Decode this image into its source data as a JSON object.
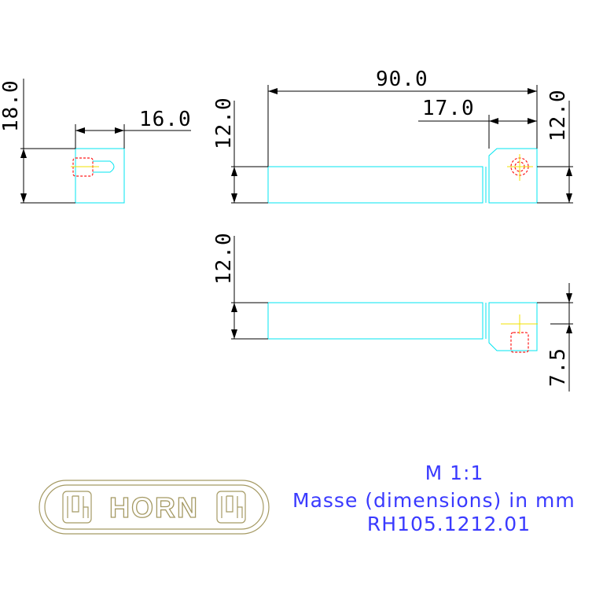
{
  "dimensions": {
    "side_height": "18.0",
    "side_width": "16.0",
    "front_length": "90.0",
    "front_offset": "17.0",
    "front_height_left": "12.0",
    "front_height_right": "12.0",
    "bottom_height": "12.0",
    "bottom_offset": "7.5"
  },
  "title_block": {
    "scale": "M 1:1",
    "units": "Masse (dimensions) in mm",
    "part_number": "RH105.1212.01",
    "text_color": "#3a3aff"
  },
  "logo": {
    "brand": "HORN",
    "color": "#a59a64"
  },
  "colors": {
    "outline": "#00e5f0",
    "dimension": "#000000",
    "hole": "#ff1a1a",
    "centerline": "#f0e000"
  }
}
